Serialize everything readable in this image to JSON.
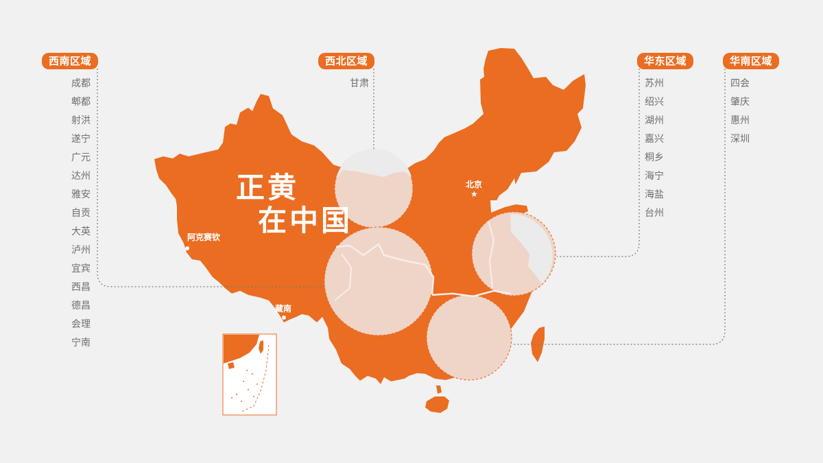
{
  "colors": {
    "background": "#f1f1f1",
    "map_fill": "#ea6d22",
    "highlight_fill": "#efd4c8",
    "badge_bg": "#ea6d22",
    "badge_text": "#ffffff",
    "city_text": "#6e6e6e",
    "leader_line": "#777777"
  },
  "title": {
    "line1": "正黄",
    "line2": "在中国"
  },
  "map_labels": {
    "beijing": "北京",
    "akesaiqin": "阿克赛钦",
    "zangnan": "藏南"
  },
  "regions": [
    {
      "id": "southwest",
      "label": "西南区域",
      "cities": [
        "成都",
        "郫都",
        "射洪",
        "遂宁",
        "广元",
        "达州",
        "雅安",
        "自贡",
        "大英",
        "泸州",
        "宜宾",
        "西昌",
        "德昌",
        "会理",
        "宁南"
      ]
    },
    {
      "id": "northwest",
      "label": "西北区域",
      "cities": [
        "甘肃"
      ]
    },
    {
      "id": "east",
      "label": "华东区域",
      "cities": [
        "苏州",
        "绍兴",
        "湖州",
        "嘉兴",
        "桐乡",
        "海宁",
        "海盐",
        "台州"
      ]
    },
    {
      "id": "south",
      "label": "华南区域",
      "cities": [
        "四会",
        "肇庆",
        "惠州",
        "深圳"
      ]
    }
  ],
  "icons": {
    "capital": "★",
    "city_dot": "●"
  }
}
